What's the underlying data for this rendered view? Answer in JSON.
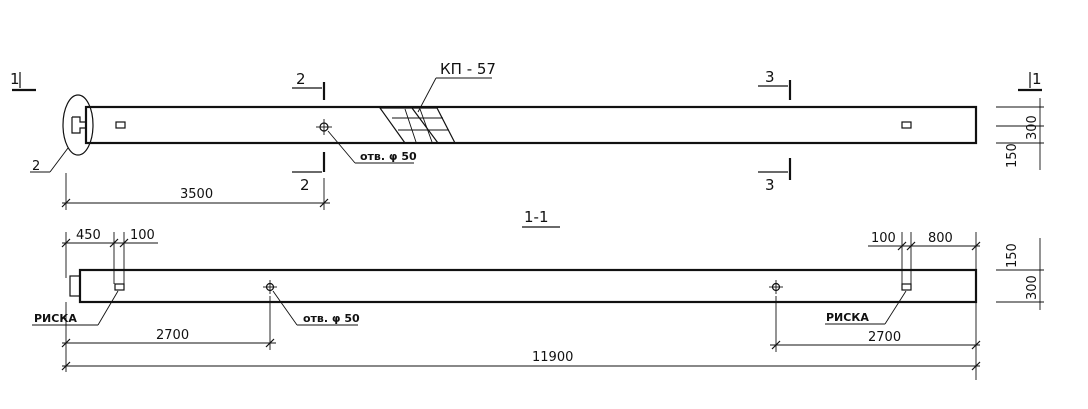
{
  "labels": {
    "kp": "КП - 57",
    "section_2": "2",
    "section_3": "3",
    "section_1": "1",
    "detail_ref": "2",
    "hole": "отв. φ 50",
    "dim_3500": "3500",
    "dim_300": "300",
    "dim_150": "150",
    "section_title": "1-1",
    "dim_450": "450",
    "dim_100": "100",
    "dim_800": "800",
    "riska": "РИСКА",
    "dim_2700": "2700",
    "dim_11900": "11900"
  }
}
